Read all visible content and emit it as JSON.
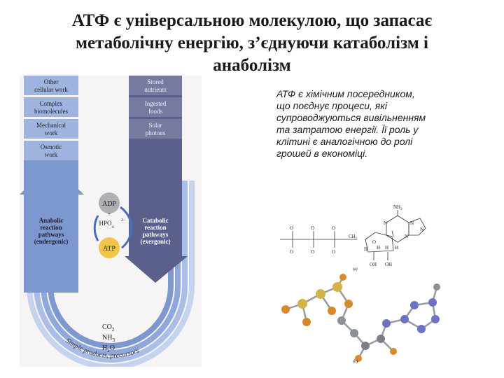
{
  "slide": {
    "title_lines": [
      "АТФ є універсальною молекулою, що запасає",
      "метаболічну енергію, з’єднуючи катаболізм і",
      "анаболізм"
    ],
    "description_lines": [
      "АТФ є хімічним посередником,",
      "що поєднує процеси, які",
      "супроводжуються вивільненням",
      "та затратою енергії. Її роль у",
      "клітині є аналогічною до ролі",
      "грошей в економіці."
    ]
  },
  "cycle_figure": {
    "left_boxes": [
      "Other",
      "cellular work",
      "Complex",
      "biomolecules",
      "Mechanical",
      "work",
      "Osmotic",
      "work"
    ],
    "right_boxes": [
      "Stored",
      "nutrients",
      "Ingested",
      "foods",
      "Solar",
      "photons"
    ],
    "anabolic_label": [
      "Anabolic",
      "reaction",
      "pathways",
      "(endergonic)"
    ],
    "catabolic_label": [
      "Catabolic",
      "reaction",
      "pathways",
      "(exergonic)"
    ],
    "adp": "ADP",
    "plus": "+",
    "phosphate": "HPO",
    "phosphate_sup": "2−",
    "phosphate_sub": "4",
    "atp": "ATP",
    "products": [
      "CO",
      "NH",
      "H",
      "O"
    ],
    "product_subs": [
      "2",
      "3",
      "2"
    ],
    "arc_caption": "Simple products, precursors",
    "colors": {
      "dark_arrow": "#5a5f8c",
      "light_arrow": "#7d97cf",
      "adp_circle": "#aeb0b5",
      "atp_circle": "#f3c44a"
    }
  },
  "structure_figure": {
    "nh2": "NH",
    "nh2_sub": "2",
    "o_labels": [
      "O",
      "O",
      "O",
      "O",
      "O",
      "O",
      "O"
    ],
    "ring_n": [
      "N",
      "N",
      "N",
      "N"
    ],
    "h_labels": [
      "H",
      "H",
      "H",
      "H"
    ],
    "oh_labels": [
      "OH",
      "OH"
    ],
    "ch2": "CH",
    "ch2_sub": "2",
    "panel_a": "(a)",
    "panel_b": "(b)"
  }
}
